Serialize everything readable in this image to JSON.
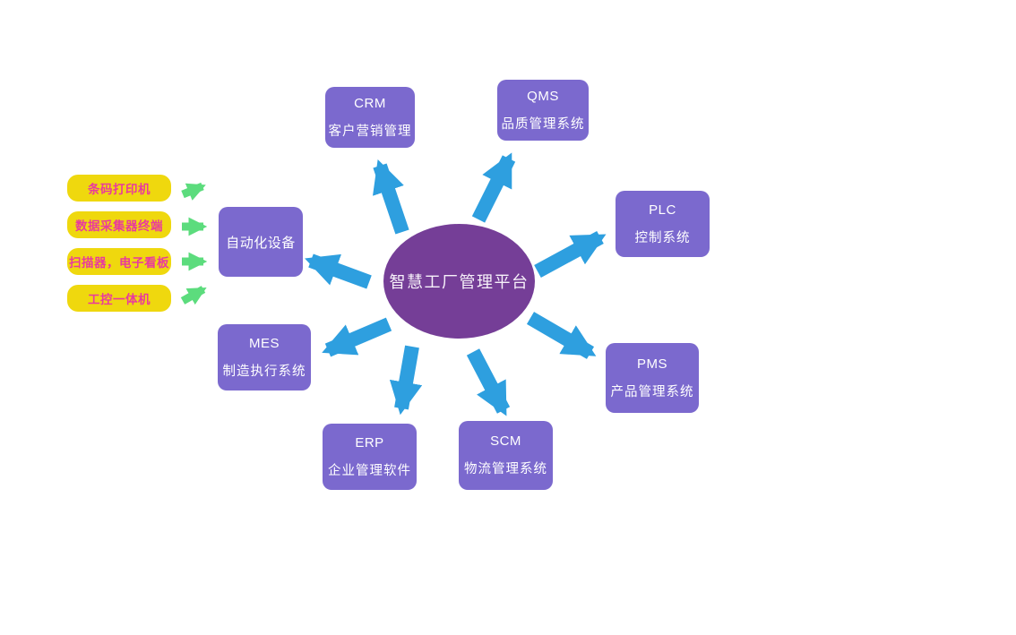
{
  "center": {
    "label": "智慧工厂管理平台"
  },
  "nodes": [
    {
      "id": "crm",
      "title": "CRM",
      "subtitle": "客户营销管理"
    },
    {
      "id": "qms",
      "title": "QMS",
      "subtitle": "品质管理系统"
    },
    {
      "id": "plc",
      "title": "PLC",
      "subtitle": "控制系统"
    },
    {
      "id": "pms",
      "title": "PMS",
      "subtitle": "产品管理系统"
    },
    {
      "id": "scm",
      "title": "SCM",
      "subtitle": "物流管理系统"
    },
    {
      "id": "erp",
      "title": "ERP",
      "subtitle": "企业管理软件"
    },
    {
      "id": "mes",
      "title": "MES",
      "subtitle": "制造执行系统"
    },
    {
      "id": "auto",
      "title": "自动化设备",
      "subtitle": ""
    }
  ],
  "inputs": [
    "条码打印机",
    "数据采集器终端",
    "扫描器，电子看板",
    "工控一体机"
  ],
  "colors": {
    "node-purple": "#7b69ce",
    "center-purple": "#753e97",
    "arrow-blue": "#2e9fdf",
    "arrow-green": "#5cdc7d",
    "pill-yellow": "#efd80e",
    "pill-text": "#e93a9e",
    "node-text": "#ffffff"
  }
}
